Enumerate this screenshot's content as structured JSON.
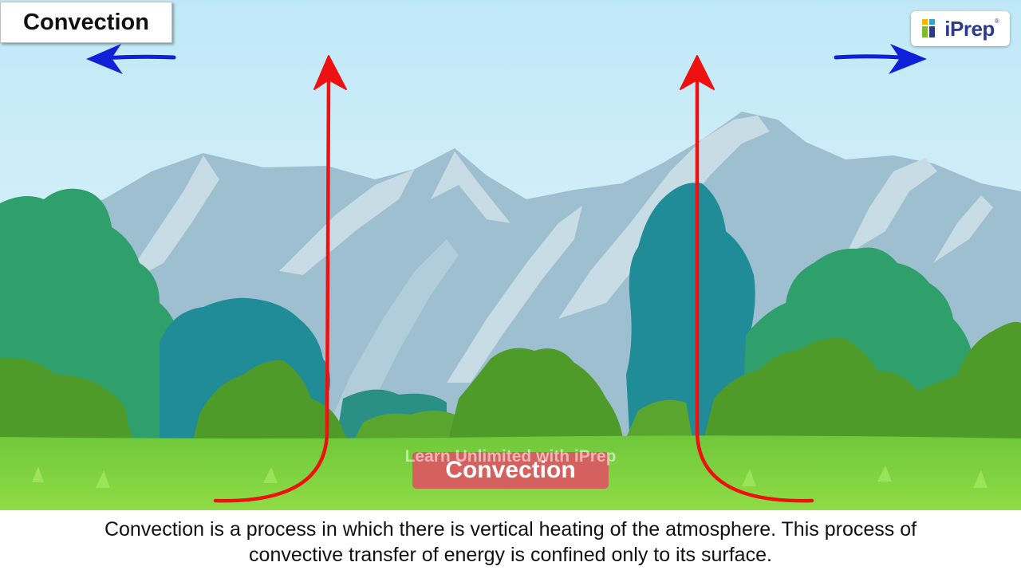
{
  "title": "Convection",
  "logo": {
    "text": "iPrep",
    "registered": "®"
  },
  "watermark": "Learn Unlimited with iPrep",
  "center_label": "Convection",
  "caption": "Convection is a process in which there is vertical heating of the atmosphere. This process of convective transfer of energy is confined only to its surface.",
  "colors": {
    "sky_top": "#c8ecf8",
    "sky_bottom": "#e6f5fb",
    "mountain": "#9ec0d0",
    "mountain_snow": "#c9dde6",
    "tree_green": "#2fa36e",
    "tree_teal": "#1f8d99",
    "bush_green": "#4f9a2a",
    "grass": "#7fd13b",
    "red_arrow": "#ee1111",
    "blue_arrow": "#1020d8"
  },
  "icons": [
    "upward-red-arrow",
    "leftward-blue-arrow",
    "rightward-blue-arrow",
    "iprep-logo-icon"
  ]
}
